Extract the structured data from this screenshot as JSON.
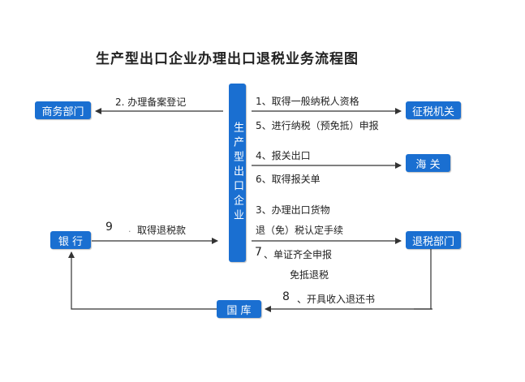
{
  "title": "生产型出口企业办理出口退税业务流程图",
  "nodes": {
    "enterprise": "生产型出口企业",
    "commerce": "商务部门",
    "tax": "征税机关",
    "customs": "海 关",
    "bank": "银 行",
    "refund": "退税部门",
    "treasury": "国 库"
  },
  "steps": {
    "s2": "2. 办理备案登记",
    "s1": "1、取得一般纳税人资格",
    "s5": "5、进行纳税（预免抵）申报",
    "s4": "4、报关出口",
    "s6": "6、取得报关单",
    "s3a": "3、办理出口货物",
    "s3b": "退（免）税认定手续",
    "s7_num": "7",
    "s7a": "、单证齐全申报",
    "s7b": "免抵退税",
    "s8_num": "8",
    "s8": "、开具收入退还书",
    "s9_num": "9",
    "s9": "取得退税款"
  },
  "colors": {
    "box": "#1a6fd1",
    "line": "#333333"
  }
}
